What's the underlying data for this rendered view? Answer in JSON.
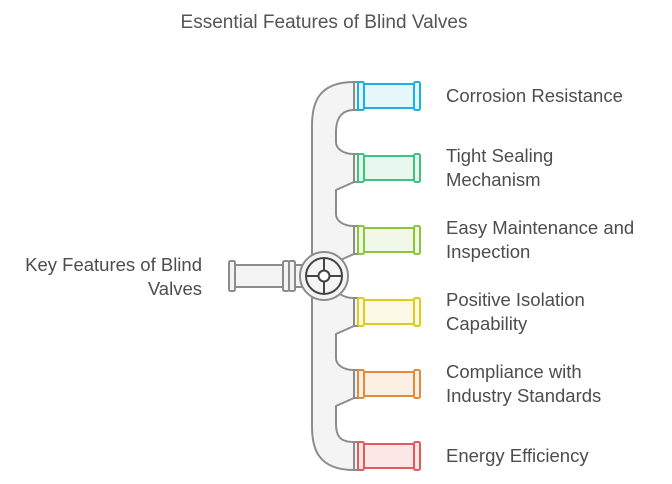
{
  "title": "Essential Features of Blind Valves",
  "root": {
    "label": "Key Features of Blind Valves",
    "label_lines": [
      "Key Features of Blind",
      "Valves"
    ],
    "icon": "valve-wheel-icon"
  },
  "colors": {
    "pipe_fill": "#f4f4f4",
    "pipe_stroke": "#8c8c8c",
    "valve_stroke": "#444444",
    "text": "#4d4d4d"
  },
  "items": [
    {
      "label": "Corrosion Resistance",
      "lines": [
        "Corrosion Resistance"
      ],
      "stroke": "#1ab0e0",
      "fill": "#e6f7fc"
    },
    {
      "label": "Tight Sealing Mechanism",
      "lines": [
        "Tight Sealing",
        "Mechanism"
      ],
      "stroke": "#3cc47c",
      "fill": "#e8f8ef"
    },
    {
      "label": "Easy Maintenance and Inspection",
      "lines": [
        "Easy Maintenance and",
        "Inspection"
      ],
      "stroke": "#8cc43c",
      "fill": "#f1f8e8"
    },
    {
      "label": "Positive Isolation Capability",
      "lines": [
        "Positive Isolation",
        "Capability"
      ],
      "stroke": "#e0cc1a",
      "fill": "#fcfae6"
    },
    {
      "label": "Compliance with Industry Standards",
      "lines": [
        "Compliance with",
        "Industry Standards"
      ],
      "stroke": "#e08c3c",
      "fill": "#fcf0e4"
    },
    {
      "label": "Energy Efficiency",
      "lines": [
        "Energy Efficiency"
      ],
      "stroke": "#e05c5c",
      "fill": "#fce6e6"
    }
  ]
}
